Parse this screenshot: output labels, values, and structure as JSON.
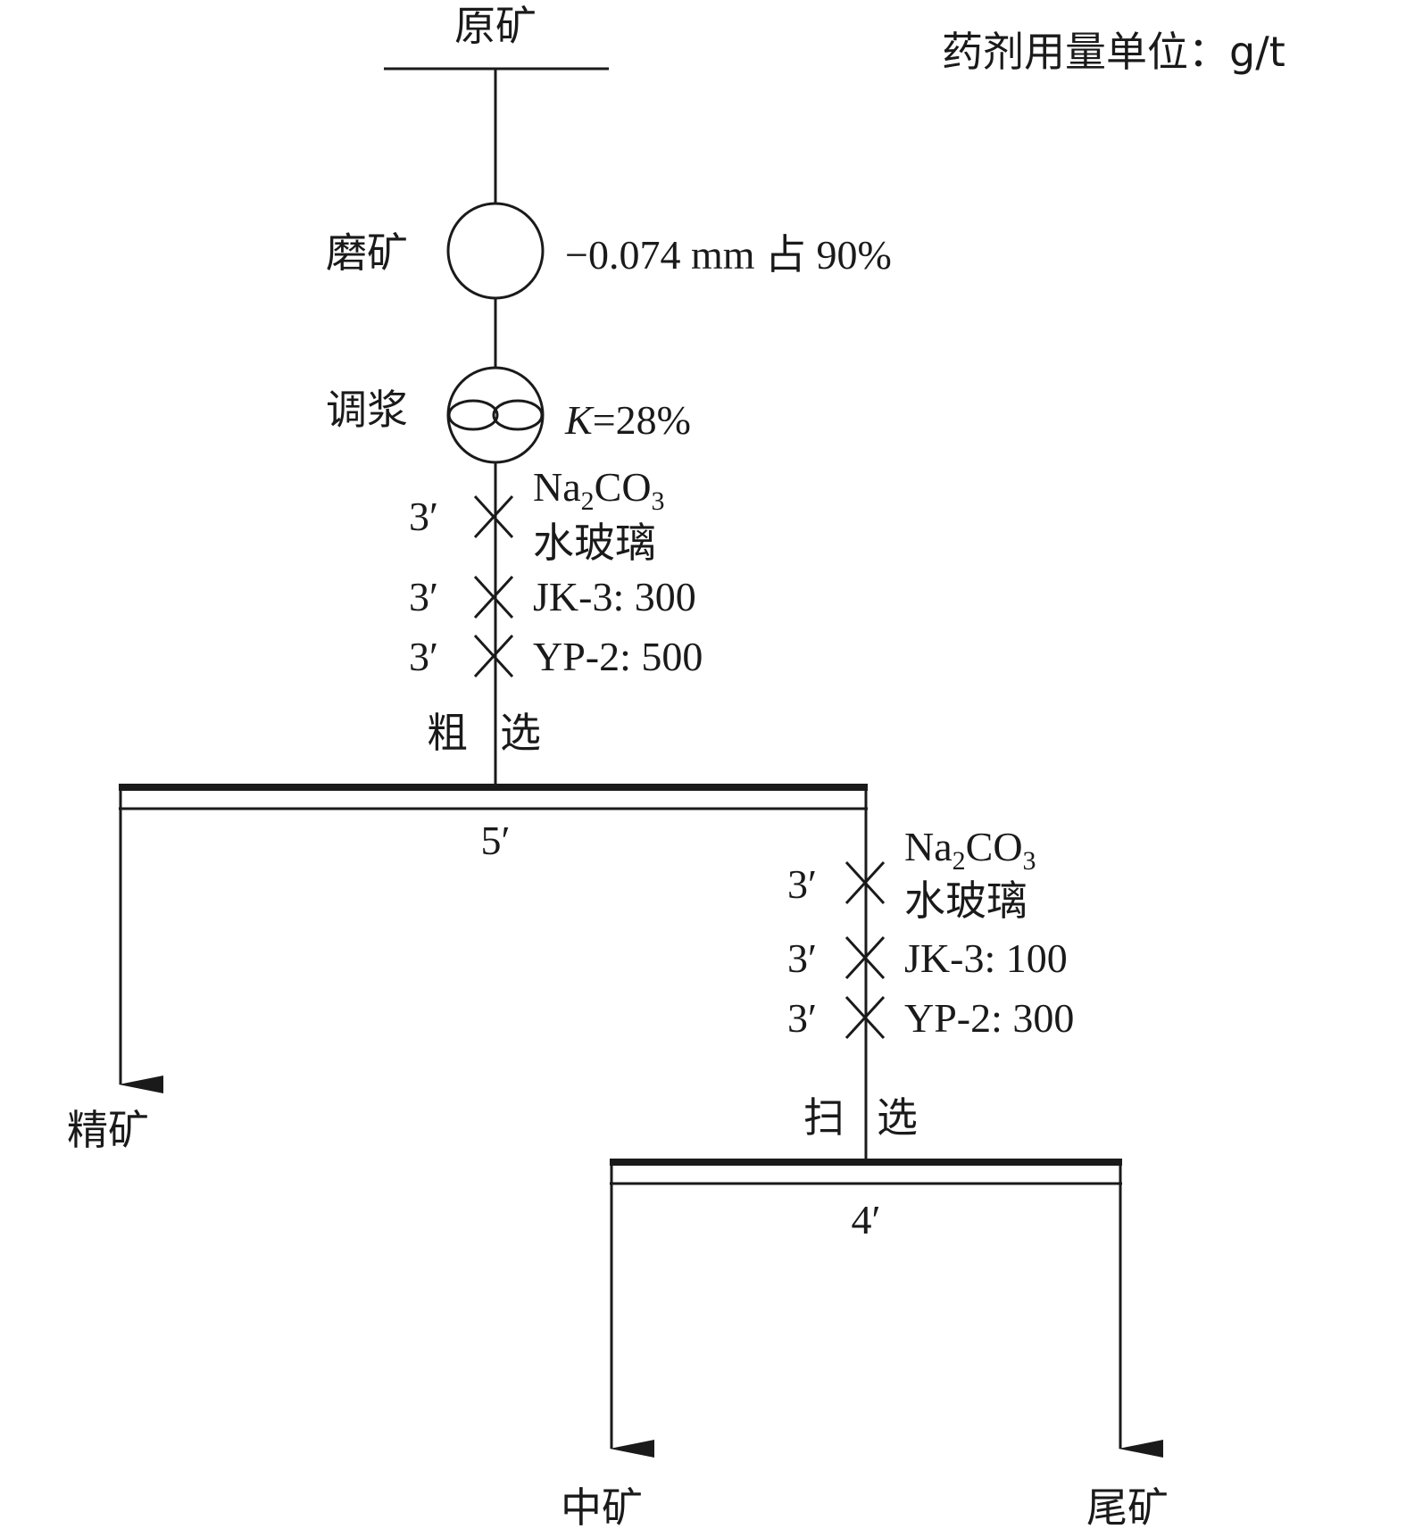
{
  "unit_note": "药剂用量单位：g/t",
  "feed": {
    "label": "原矿"
  },
  "grinding": {
    "label": "磨矿",
    "spec": "−0.074 mm 占 90%"
  },
  "conditioning": {
    "label": "调浆",
    "spec_var": "K",
    "spec_value": "=28%"
  },
  "rougher": {
    "reagents": [
      {
        "time": "3′",
        "lines": [
          {
            "base": "Na",
            "sub1": "2",
            "mid": "CO",
            "sub2": "3"
          },
          {
            "text": "水玻璃"
          }
        ]
      },
      {
        "time": "3′",
        "text": "JK-3: 300"
      },
      {
        "time": "3′",
        "text": "YP-2: 500"
      }
    ],
    "label_a": "粗",
    "label_b": "选",
    "time": "5′"
  },
  "scavenger": {
    "reagents": [
      {
        "time": "3′",
        "lines": [
          {
            "base": "Na",
            "sub1": "2",
            "mid": "CO",
            "sub2": "3"
          },
          {
            "text": "水玻璃"
          }
        ]
      },
      {
        "time": "3′",
        "text": "JK-3: 100"
      },
      {
        "time": "3′",
        "text": "YP-2: 300"
      }
    ],
    "label_a": "扫",
    "label_b": "选",
    "time": "4′"
  },
  "products": {
    "concentrate": "精矿",
    "middling": "中矿",
    "tailings": "尾矿"
  }
}
